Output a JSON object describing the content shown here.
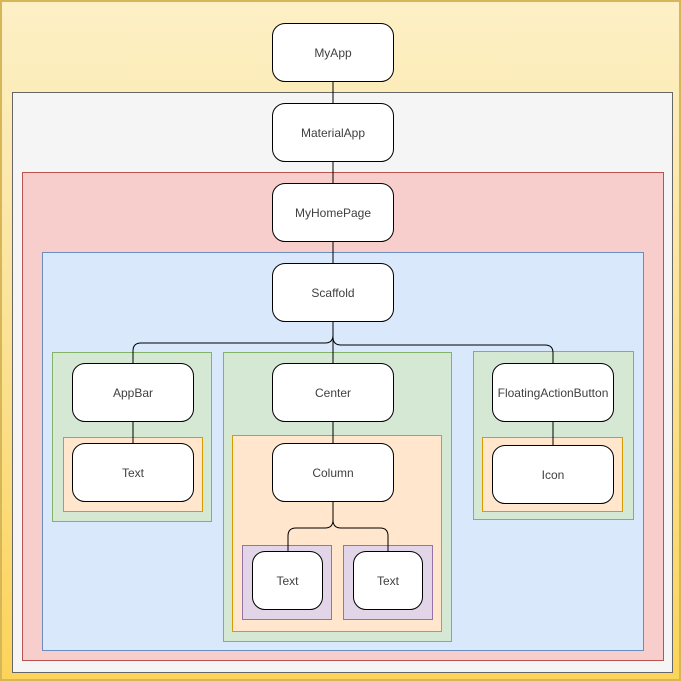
{
  "nodes": {
    "myApp": {
      "label": "MyApp"
    },
    "materialApp": {
      "label": "MaterialApp"
    },
    "myHomePage": {
      "label": "MyHomePage"
    },
    "scaffold": {
      "label": "Scaffold"
    },
    "appBar": {
      "label": "AppBar"
    },
    "appBarText": {
      "label": "Text"
    },
    "center": {
      "label": "Center"
    },
    "column": {
      "label": "Column"
    },
    "columnText1": {
      "label": "Text"
    },
    "columnText2": {
      "label": "Text"
    },
    "fab": {
      "label": "FloatingActionButton"
    },
    "icon": {
      "label": "Icon"
    }
  },
  "edges": [
    {
      "from": "myApp",
      "to": "materialApp"
    },
    {
      "from": "materialApp",
      "to": "myHomePage"
    },
    {
      "from": "myHomePage",
      "to": "scaffold"
    },
    {
      "from": "scaffold",
      "to": "appBar"
    },
    {
      "from": "scaffold",
      "to": "center"
    },
    {
      "from": "scaffold",
      "to": "fab"
    },
    {
      "from": "appBar",
      "to": "appBarText"
    },
    {
      "from": "center",
      "to": "column"
    },
    {
      "from": "column",
      "to": "columnText1"
    },
    {
      "from": "column",
      "to": "columnText2"
    },
    {
      "from": "fab",
      "to": "icon"
    }
  ],
  "colors": {
    "canvas_fill_top": "#fdf0c6",
    "canvas_fill_bottom": "#fcd45a",
    "canvas_border": "#d6b656",
    "gray_fill": "#f5f5f5",
    "gray_border": "#666666",
    "red_fill": "#f8cecc",
    "red_border": "#b85450",
    "blue_fill": "#dae8fc",
    "blue_border": "#6c8ebf",
    "green_fill": "#d5e8d4",
    "green_border": "#82b366",
    "orange_fill": "#ffe6cc",
    "orange_border": "#d79b00",
    "purple_fill": "#e1d5e7",
    "purple_border": "#9673a6",
    "node_fill": "#ffffff",
    "node_border": "#000000",
    "connector": "#000000"
  }
}
